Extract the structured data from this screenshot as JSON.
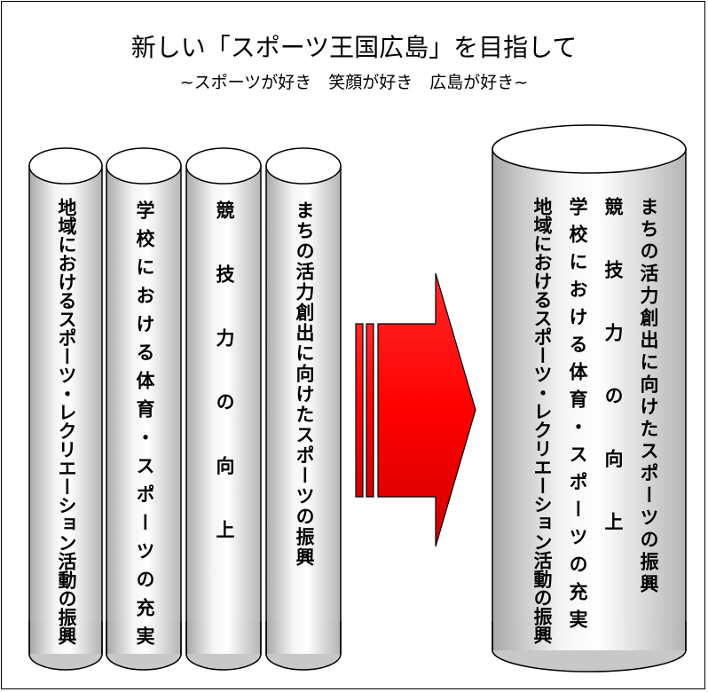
{
  "header": {
    "title": "新しい「スポーツ王国広島」を目指して",
    "subtitle": "~スポーツが好き　笑顔が好き　広島が好き~"
  },
  "pillars": [
    "地域におけるスポーツ・レクリエーション活動の振興",
    "学校における体育・スポーツの充実",
    "競技力の向上",
    "まちの活力創出に向けたスポーツの振興"
  ],
  "combined_pillar": [
    "まちの活力創出に向けたスポーツの振興",
    "競技力の向上",
    "学校における体育・スポーツの充実",
    "地域におけるスポーツ・レクリエーション活動の振興"
  ],
  "colors": {
    "arrow": "#ff0000",
    "cylinder_body": "#d8d8d8",
    "cylinder_light": "#f2f2f2"
  }
}
